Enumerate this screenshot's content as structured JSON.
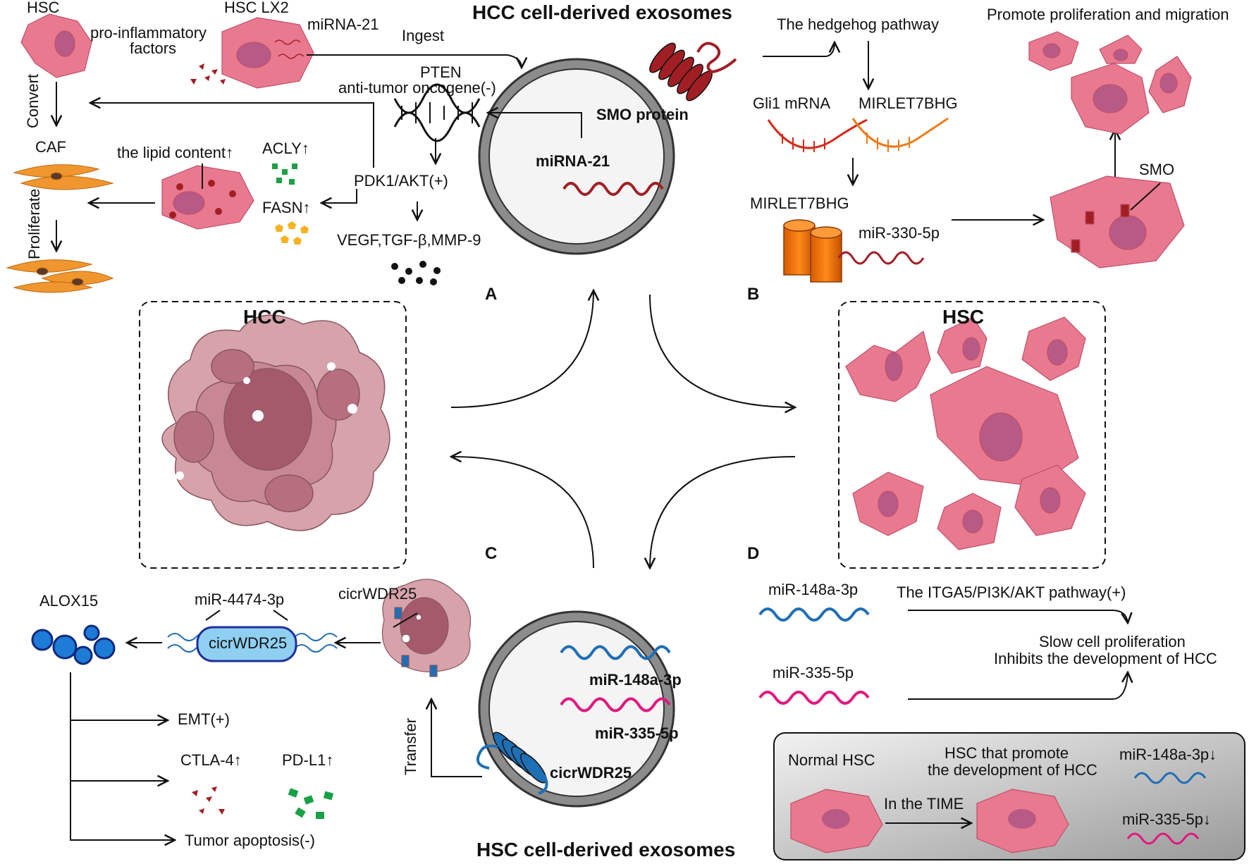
{
  "titles": {
    "hcc_exosomes": "HCC cell-derived exosomes",
    "hsc_exosomes": "HSC cell-derived exosomes",
    "hcc_box": "HCC",
    "hsc_box": "HSC"
  },
  "panels": [
    "A",
    "B",
    "C",
    "D"
  ],
  "panel_a": {
    "hsc": "HSC",
    "hsc_lx2": "HSC LX2",
    "mirna21_top": "miRNA-21",
    "pro_inflammatory_1": "pro-inflammatory",
    "pro_inflammatory_2": "factors",
    "ingest": "Ingest",
    "pten": "PTEN",
    "anti_tumor": "anti-tumor oncogene(-)",
    "convert": "Convert",
    "caf": "CAF",
    "lipid": "the lipid content↑",
    "acly": "ACLY↑",
    "fasn": "FASN↑",
    "pdk1": "PDK1/AKT(+)",
    "vegf": "VEGF,TGF-β,MMP-9",
    "proliferate": "Proliferate",
    "smo_protein": "SMO protein",
    "mirna21_exo": "miRNA-21"
  },
  "panel_b": {
    "hedgehog": "The hedgehog pathway",
    "promote": "Promote proliferation and migration",
    "gli1": "Gli1 mRNA",
    "mirlet7bhg_top": "MIRLET7BHG",
    "mirlet7bhg_mid": "MIRLET7BHG",
    "mir330": "miR-330-5p",
    "smo": "SMO"
  },
  "panel_c": {
    "alox15": "ALOX15",
    "mir4474": "miR-4474-3p",
    "cicrwdr25_top": "cicrWDR25",
    "cicrwdr25_box": "cicrWDR25",
    "emt": "EMT(+)",
    "ctla4": "CTLA-4↑",
    "pdl1": "PD-L1↑",
    "apoptosis": "Tumor apoptosis(-)",
    "transfer": "Transfer",
    "mir148_exo": "miR-148a-3p",
    "mir335_exo": "miR-335-5p",
    "cicrwdr25_exo": "cicrWDR25"
  },
  "panel_d": {
    "mir148": "miR-148a-3p",
    "itga5": "The ITGA5/PI3K/AKT pathway(+)",
    "slow": "Slow cell proliferation",
    "inhibits": "Inhibits the development of HCC",
    "mir335": "miR-335-5p",
    "normal_hsc": "Normal HSC",
    "promote_1": "HSC that promote",
    "promote_2": "the development of HCC",
    "time": "In the TIME",
    "mir148_down": "miR-148a-3p↓",
    "mir335_down": "miR-335-5p↓"
  },
  "colors": {
    "hsc_pink": "#e9798f",
    "hsc_light": "#f4b8c2",
    "nucleus": "#b85a86",
    "caf_orange": "#f0962e",
    "hcc_rose": "#c08a94",
    "exo_gray": "#8c8c8c",
    "exo_red": "#a11f24",
    "rna_red": "#a11f24",
    "rna_blue": "#1f6fb5",
    "rna_magenta": "#e0197f",
    "acly_green": "#1aa046",
    "fasn_yellow": "#f5b221",
    "circ_blue": "#8fd0f2",
    "alox_blue": "#1e7bd6",
    "dna_orange": "#f07a1a",
    "box_gray": "#b8b8b8"
  }
}
